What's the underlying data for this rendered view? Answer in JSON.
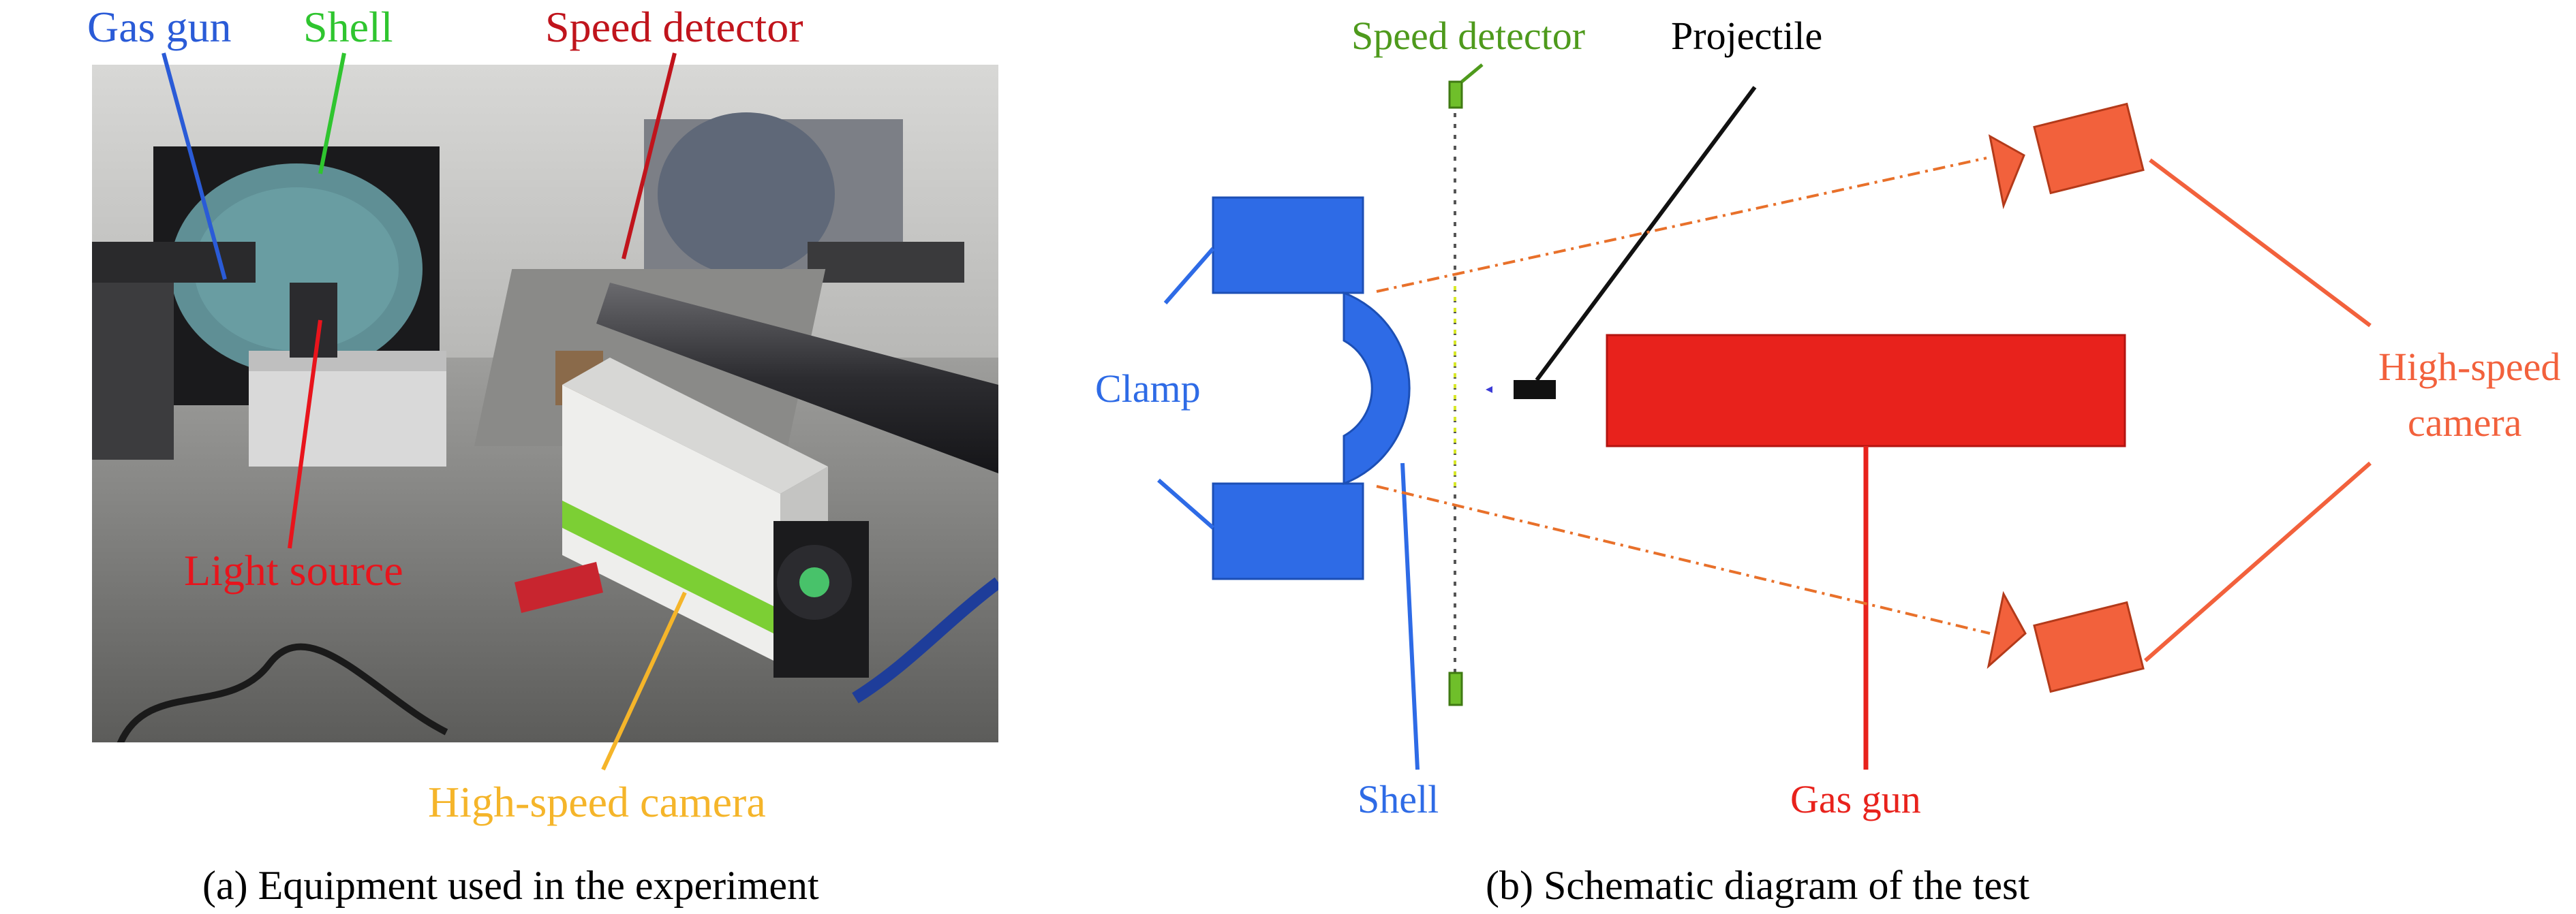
{
  "panel_a": {
    "labels": {
      "gas_gun": "Gas gun",
      "shell": "Shell",
      "speed_detector": "Speed detector",
      "light_source": "Light source",
      "high_speed_camera": "High-speed camera"
    },
    "caption": "(a) Equipment used in the experiment"
  },
  "panel_b": {
    "labels": {
      "speed_detector": "Speed detector",
      "projectile": "Projectile",
      "clamp": "Clamp",
      "high_speed_camera_line1": "High-speed",
      "high_speed_camera_line2": "camera",
      "shell": "Shell",
      "gas_gun": "Gas gun"
    },
    "caption": "(b) Schematic diagram of the test"
  },
  "colors": {
    "gas_gun_label_a": "#2a5bd7",
    "shell_label_a": "#2fc52f",
    "speed_detector_label_a": "#c0141c",
    "light_source_label_a": "#e8141c",
    "camera_label_a": "#f5b52a",
    "clamp_blue": "#2e6be6",
    "speed_detector_green": "#4e9a1c",
    "gas_gun_red": "#e8221c",
    "camera_orange": "#f2613c"
  }
}
